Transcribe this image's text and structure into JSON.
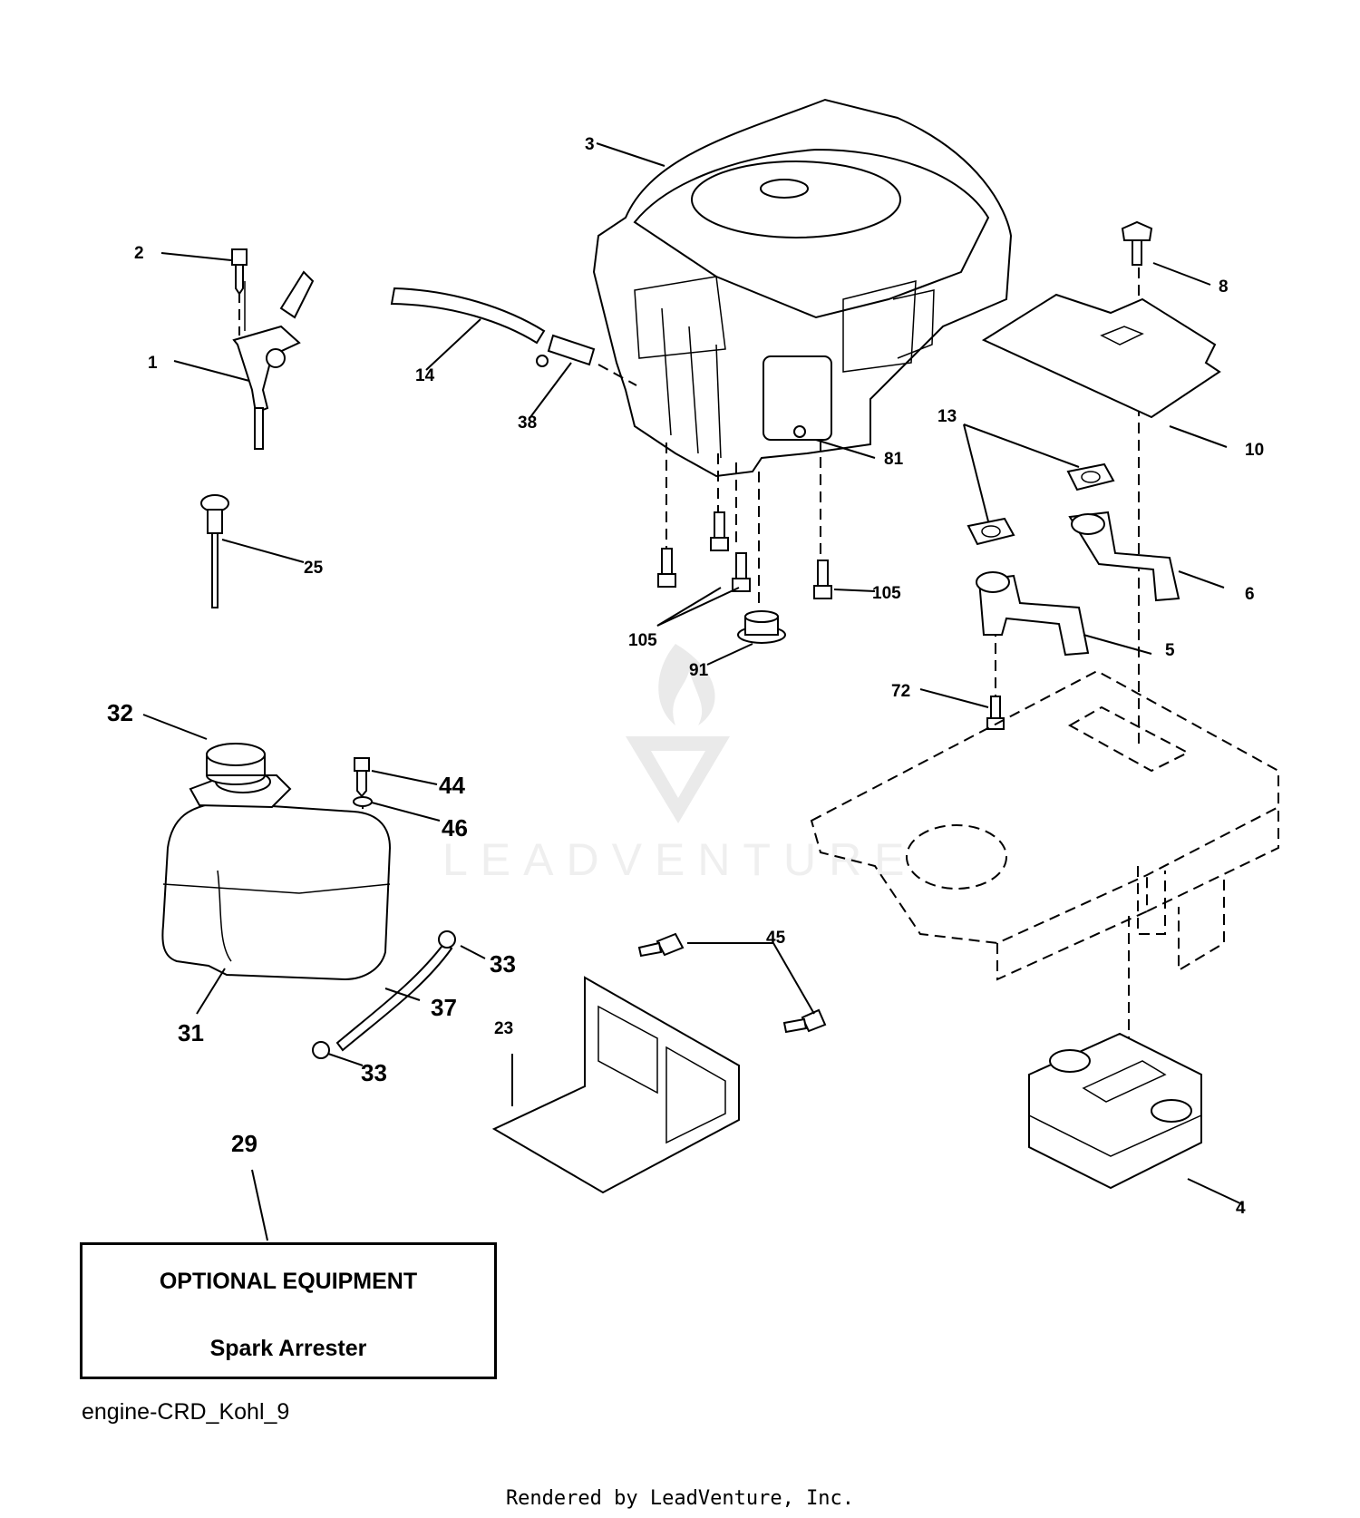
{
  "callouts": {
    "c1": "1",
    "c2": "2",
    "c3": "3",
    "c4": "4",
    "c5": "5",
    "c6": "6",
    "c8": "8",
    "c10": "10",
    "c13": "13",
    "c14": "14",
    "c23": "23",
    "c25": "25",
    "c29": "29",
    "c31": "31",
    "c32": "32",
    "c33a": "33",
    "c33b": "33",
    "c37": "37",
    "c38": "38",
    "c44": "44",
    "c45": "45",
    "c46": "46",
    "c72": "72",
    "c81": "81",
    "c91": "91",
    "c105a": "105",
    "c105b": "105"
  },
  "optional_box": {
    "title": "OPTIONAL EQUIPMENT",
    "subtitle": "Spark Arrester"
  },
  "diagram_code": "engine-CRD_Kohl_9",
  "footer": "Rendered by LeadVenture, Inc.",
  "watermark": "LEADVENTURE"
}
